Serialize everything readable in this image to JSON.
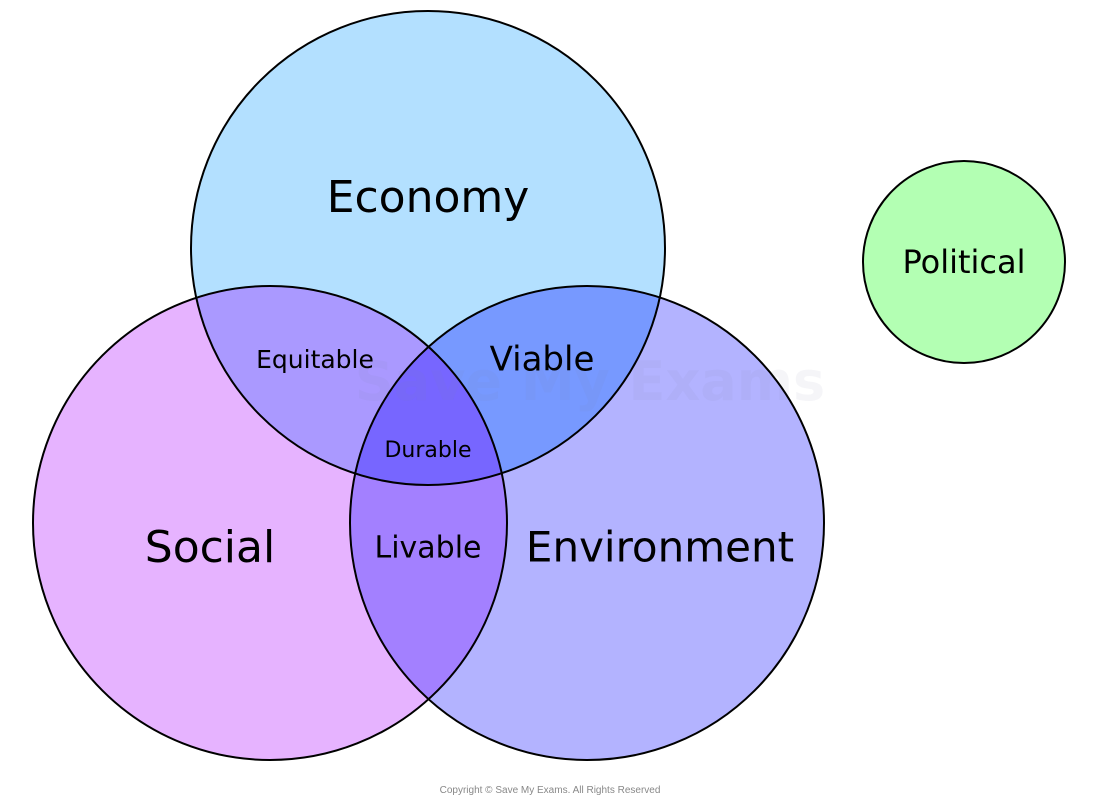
{
  "diagram": {
    "type": "venn",
    "sets": [
      {
        "id": "economy",
        "label": "Economy",
        "color": "#b3e0ff"
      },
      {
        "id": "social",
        "label": "Social",
        "color": "#e6b3ff"
      },
      {
        "id": "environment",
        "label": "Environment",
        "color": "#b3b3ff"
      },
      {
        "id": "political",
        "label": "Political",
        "color": "#b3ffb3"
      }
    ],
    "intersections": [
      {
        "sets": [
          "economy",
          "social"
        ],
        "label": "Equitable",
        "color": "#aa99ff"
      },
      {
        "sets": [
          "economy",
          "environment"
        ],
        "label": "Viable",
        "color": "#7799ff"
      },
      {
        "sets": [
          "social",
          "environment"
        ],
        "label": "Livable",
        "color": "#a380ff"
      },
      {
        "sets": [
          "economy",
          "social",
          "environment"
        ],
        "label": "Durable",
        "color": "#7766ff"
      }
    ]
  },
  "watermark": "Save My Exams",
  "copyright": "Copyright © Save My Exams. All Rights Reserved"
}
